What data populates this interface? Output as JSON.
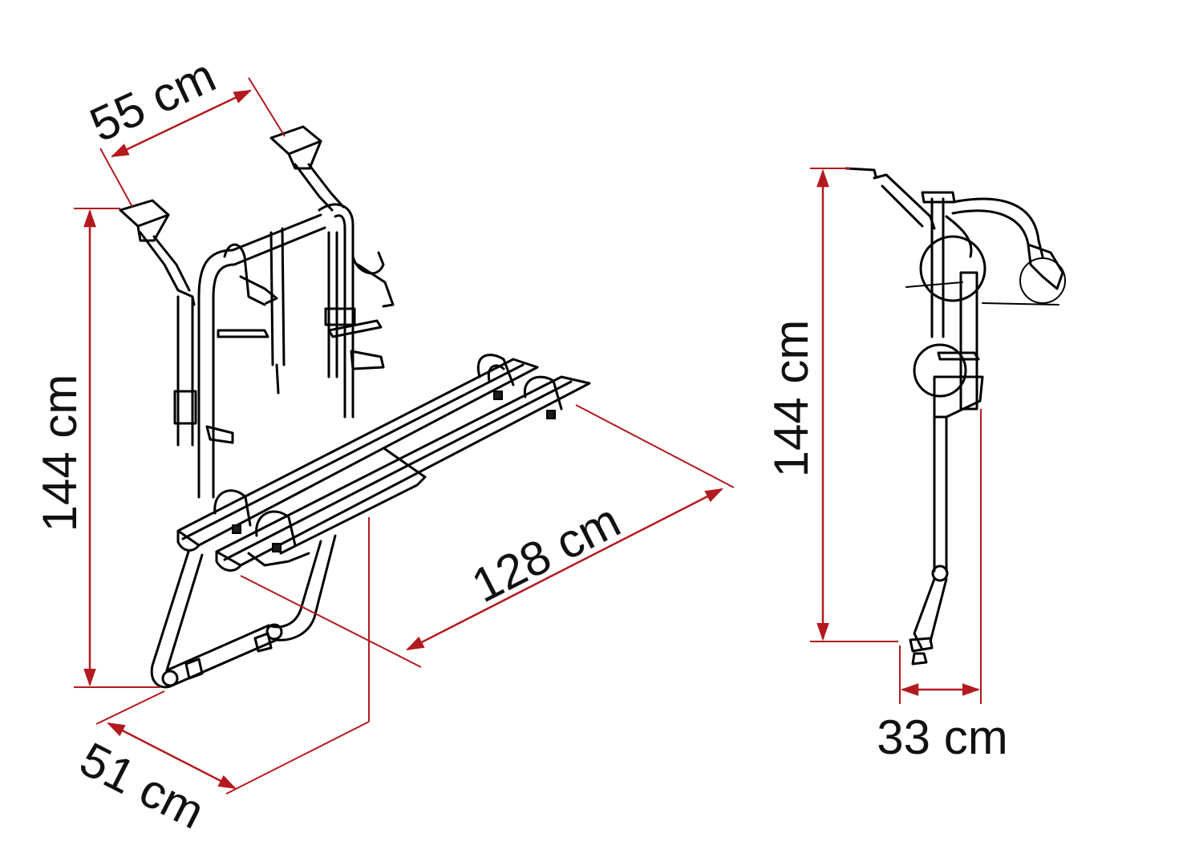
{
  "colors": {
    "dimension": "#b3191e",
    "outline": "#000000",
    "background": "#ffffff"
  },
  "dimensions": {
    "top_width": "55 cm",
    "height_perspective": "144 cm",
    "length": "128 cm",
    "bottom_depth": "51 cm",
    "height_side": "144 cm",
    "side_depth": "33 cm"
  }
}
